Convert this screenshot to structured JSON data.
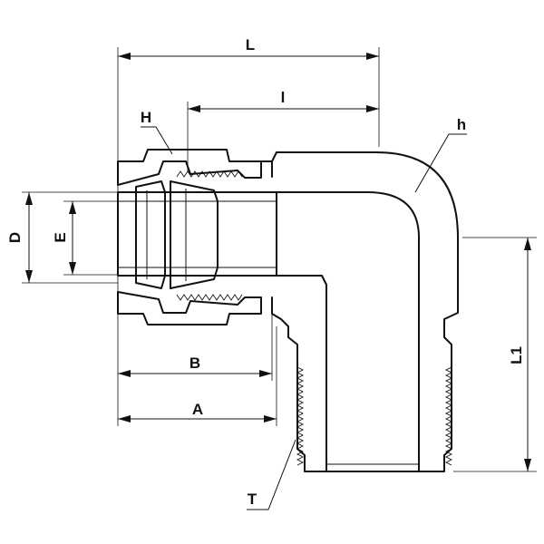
{
  "labels": {
    "L": "L",
    "l": "l",
    "H": "H",
    "h": "h",
    "D": "D",
    "E": "E",
    "B": "B",
    "A": "A",
    "T": "T",
    "L1": "L1"
  },
  "colors": {
    "line": "#111111",
    "background": "#ffffff"
  }
}
